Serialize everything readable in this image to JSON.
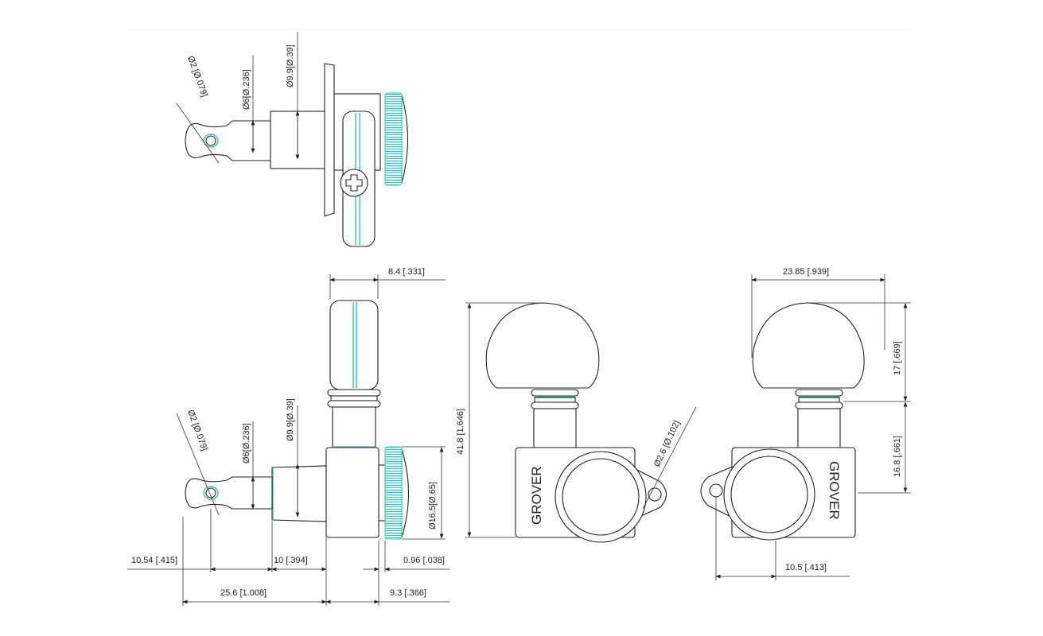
{
  "title": "Grover tuning machine dimensional drawing",
  "brand": "GROVER",
  "dimensions": {
    "top_hole": "Ø2 [Ø.079]",
    "top_post": "Ø6[Ø.236]",
    "top_bushing": "Ø9.9[Ø.39]",
    "side_hole": "Ø2 [Ø.079]",
    "side_post": "Ø6[Ø.236]",
    "side_bushing": "Ø9.9[Ø.39]",
    "button_width": "8.4 [.331]",
    "gear_diameter": "Ø16.5[Ø.65]",
    "post_to_hole": "10.54 [.415]",
    "bushing_length": "10 [.394]",
    "wheel_gap": "0.96 [.038]",
    "overall_post": "25.6 [1.008]",
    "body_depth": "9.3 [.366]",
    "overall_height": "41.8 [1.646]",
    "screw_hole": "Ø2.6 [Ø.102]",
    "button_span": "23.85 [.939]",
    "button_height": "17 [.669]",
    "neck_height": "16.8 [.661]",
    "hole_offset": "10.5 [.413]"
  },
  "colors": {
    "accent": "#2ec9b5",
    "line": "#222222"
  }
}
